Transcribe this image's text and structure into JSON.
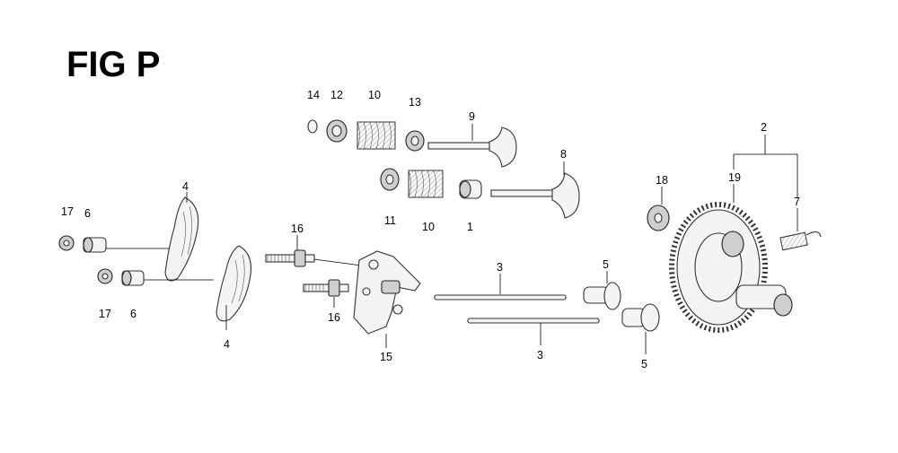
{
  "figure": {
    "title": "FIG P"
  },
  "callouts": [
    "14",
    "12",
    "10",
    "13",
    "9",
    "8",
    "11",
    "10",
    "1",
    "18",
    "2",
    "19",
    "7",
    "4",
    "17",
    "6",
    "16",
    "3",
    "5",
    "17",
    "6",
    "16",
    "4",
    "15",
    "3",
    "5"
  ],
  "colors": {
    "ink": "#000000",
    "part_fill": "#f4f4f4",
    "part_shade": "#cfcfcf"
  }
}
